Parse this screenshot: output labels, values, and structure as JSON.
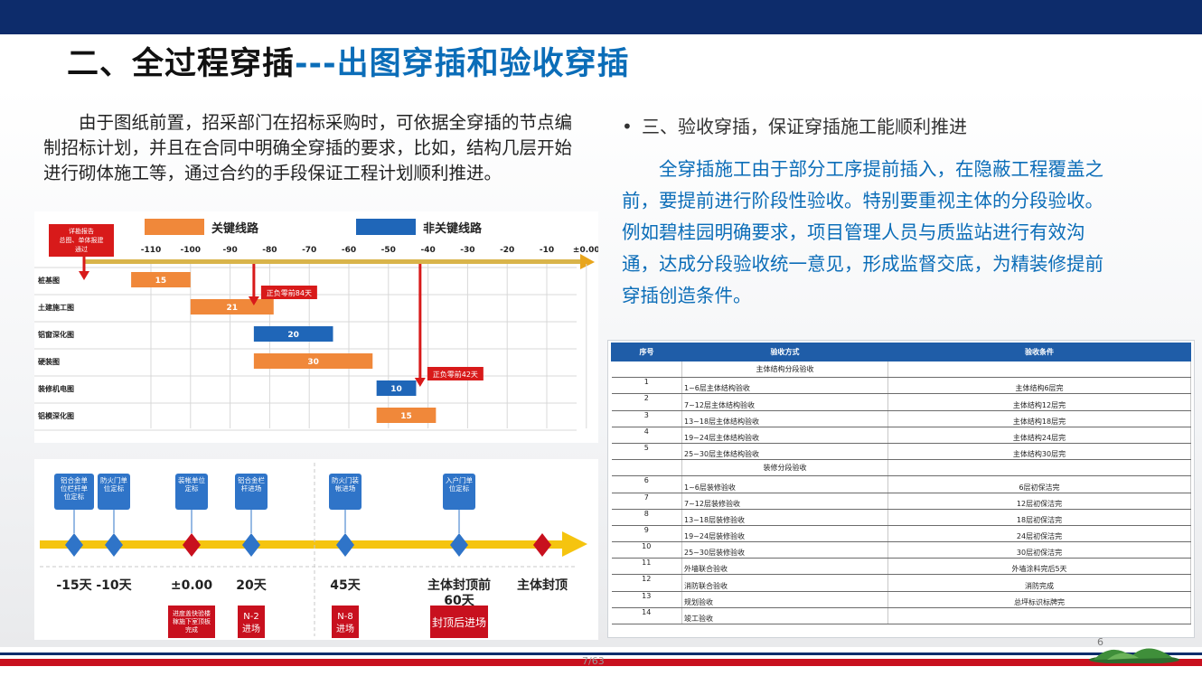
{
  "title": {
    "part1": "二、全过程穿插",
    "part2": "---出图穿插和验收穿插"
  },
  "intro_text": "由于图纸前置，招采部门在招标采购时，可依据全穿插的节点编制招标计划，并且在合同中明确全穿插的要求，比如，结构几层开始进行砌体施工等，通过合约的手段保证工程计划顺利推进。",
  "right": {
    "bullet": "•",
    "heading": "三、验收穿插，保证穿插施工能顺利推进",
    "body": "全穿插施工由于部分工序提前插入，在隐蔽工程覆盖之前，要提前进行阶段性验收。特别要重视主体的分段验收。例如碧桂园明确要求，项目管理人员与质监站进行有效沟通，达成分段验收统一意见，形成监督交底，为精装修提前穿插创造条件。"
  },
  "chart_data": {
    "type": "bar",
    "legend": [
      {
        "name": "关键线路",
        "color": "#f0883a"
      },
      {
        "name": "非关键线路",
        "color": "#1f66b8"
      }
    ],
    "x_ticks": [
      "-110",
      "-100",
      "-90",
      "-80",
      "-70",
      "-60",
      "-50",
      "-40",
      "-30",
      "-20",
      "-10",
      "±0.00"
    ],
    "note_box": "详勘报告 总图、单体报建 通过",
    "tasks": [
      {
        "name": "桩基图",
        "start": -115,
        "end": -100,
        "value": "15",
        "type": "关键线路"
      },
      {
        "name": "土建施工图",
        "start": -100,
        "end": -79,
        "value": "21",
        "type": "关键线路"
      },
      {
        "name": "铝窗深化图",
        "start": -84,
        "end": -64,
        "value": "20",
        "type": "非关键线路"
      },
      {
        "name": "硬装图",
        "start": -84,
        "end": -54,
        "value": "30",
        "type": "关键线路"
      },
      {
        "name": "装修机电图",
        "start": -53,
        "end": -43,
        "value": "10",
        "type": "非关键线路"
      },
      {
        "name": "铝模深化图",
        "start": -53,
        "end": -38,
        "value": "15",
        "type": "关键线路"
      }
    ],
    "callouts": [
      {
        "label": "正负零前84天",
        "x": -84
      },
      {
        "label": "正负零前42天",
        "x": -42
      }
    ]
  },
  "timeline": {
    "nodes": [
      {
        "top": "铝合金单位栏杆单位定标",
        "bottom": "-15天",
        "kind": "blue"
      },
      {
        "top": "防火门单位定标",
        "bottom": "-10天",
        "kind": "blue"
      },
      {
        "top": "装帐单位定标",
        "bottom": "±0.00",
        "kind": "red"
      },
      {
        "top": "铝合金栏杆进场",
        "bottom": "20天",
        "kind": "blue"
      },
      {
        "top": "防火门装帐进场",
        "bottom": "45天",
        "kind": "blue"
      },
      {
        "top": "入户门单位定标",
        "bottom": "主体封顶前60天",
        "kind": "blue"
      },
      {
        "top": "",
        "bottom": "主体封顶",
        "kind": "red"
      }
    ],
    "tags": [
      "进度盖快验楼稼施下室顶板完成",
      "N-2进场",
      "N-8进场",
      "封顶后进场"
    ]
  },
  "table": {
    "headers": [
      "序号",
      "验收方式",
      "验收条件"
    ],
    "sections": [
      {
        "title": "主体结构分段验收",
        "rows": [
          [
            "1",
            "1~6层主体结构验收",
            "主体结构6层完"
          ],
          [
            "2",
            "7~12层主体结构验收",
            "主体结构12层完"
          ],
          [
            "3",
            "13~18层主体结构验收",
            "主体结构18层完"
          ],
          [
            "4",
            "19~24层主体结构验收",
            "主体结构24层完"
          ],
          [
            "5",
            "25~30层主体结构验收",
            "主体结构30层完"
          ]
        ]
      },
      {
        "title": "装修分段验收",
        "rows": [
          [
            "6",
            "1~6层装修验收",
            "6层初保洁完"
          ],
          [
            "7",
            "7~12层装修验收",
            "12层初保洁完"
          ],
          [
            "8",
            "13~18层装修验收",
            "18层初保洁完"
          ],
          [
            "9",
            "19~24层装修验收",
            "24层初保洁完"
          ],
          [
            "10",
            "25~30层装修验收",
            "30层初保洁完"
          ],
          [
            "11",
            "外墙联合验收",
            "外墙涂料完后5天"
          ],
          [
            "12",
            "消防联合验收",
            "消防完成"
          ],
          [
            "13",
            "规划验收",
            "总坪标识标牌完"
          ],
          [
            "14",
            "竣工验收",
            ""
          ]
        ]
      }
    ]
  },
  "footer": {
    "page": "7/63",
    "slide": "6"
  },
  "colors": {
    "navy": "#0d2c6b",
    "accent_blue": "#0b6db8",
    "red": "#c8101e",
    "orange": "#f0883a",
    "bar_blue": "#1f66b8"
  }
}
